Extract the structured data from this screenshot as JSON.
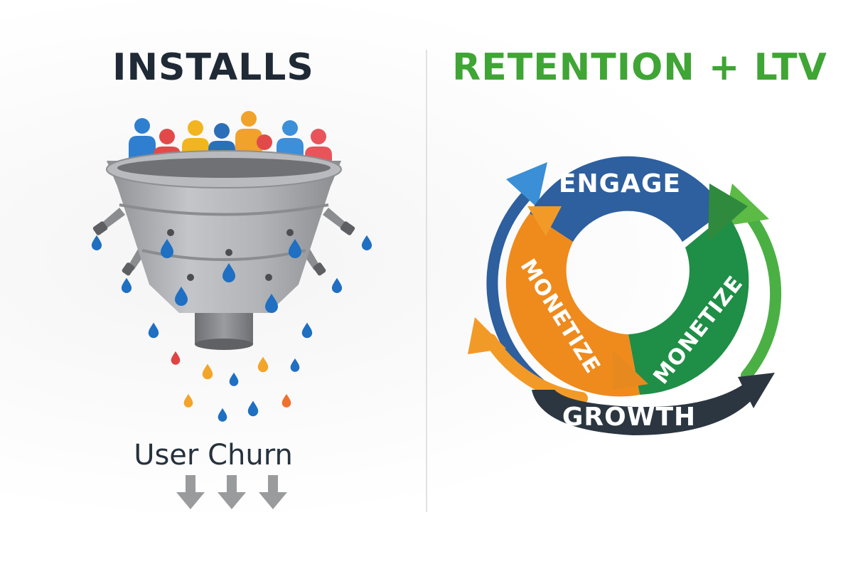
{
  "left_panel": {
    "title": "INSTALLS",
    "footer_label": "User Churn"
  },
  "right_panel": {
    "title": "RETENTION + LTV",
    "cycle_segments": [
      {
        "label": "ENGAGE",
        "color": "#2e5f9e"
      },
      {
        "label": "MONETIZE",
        "color": "#1f8e46"
      },
      {
        "label": "GROWTH",
        "color": "#2b3640"
      },
      {
        "label": "MONETIZE",
        "color": "#ef8a1c"
      }
    ]
  },
  "colors": {
    "installs_title": "#1f2a36",
    "retention_title": "#3fa535",
    "funnel_gray": "#a9abae",
    "drop_blue": "#1f6fc2"
  }
}
